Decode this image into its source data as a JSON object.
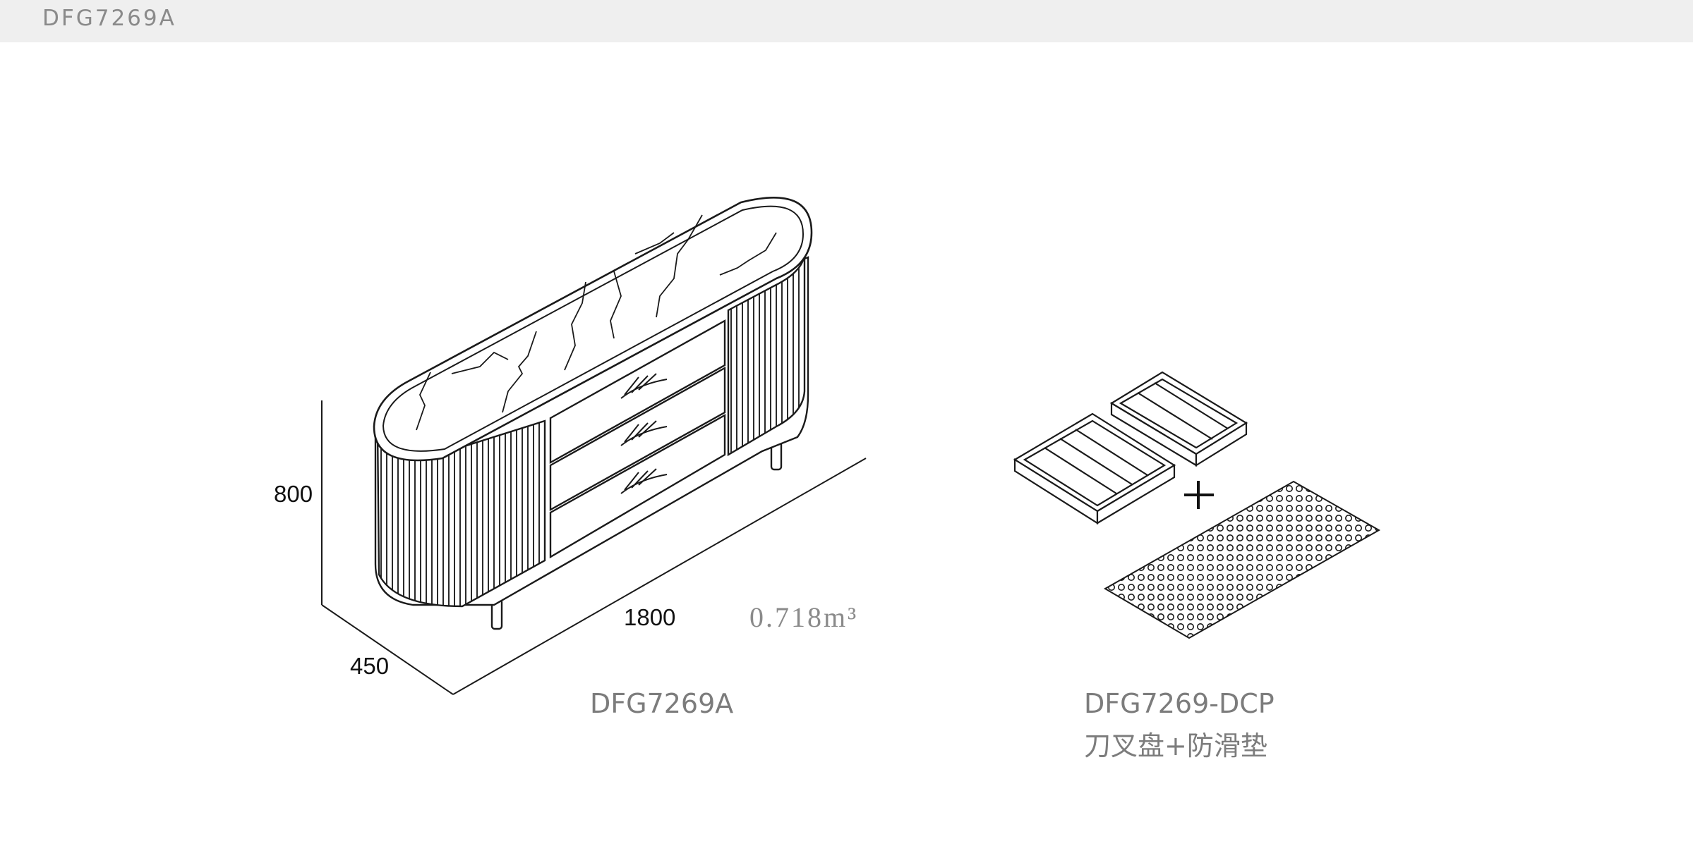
{
  "header": {
    "code": "DFG7269A"
  },
  "main_product": {
    "dimensions": {
      "height": "800",
      "depth": "450",
      "width": "1800"
    },
    "volume": "0.718m³",
    "model": "DFG7269A"
  },
  "accessory": {
    "model": "DFG7269-DCP",
    "name": "刀叉盘+防滑垫"
  },
  "colors": {
    "line": "#1a1a1a",
    "caption": "#7c7c7c",
    "header_bg": "#efefef"
  }
}
